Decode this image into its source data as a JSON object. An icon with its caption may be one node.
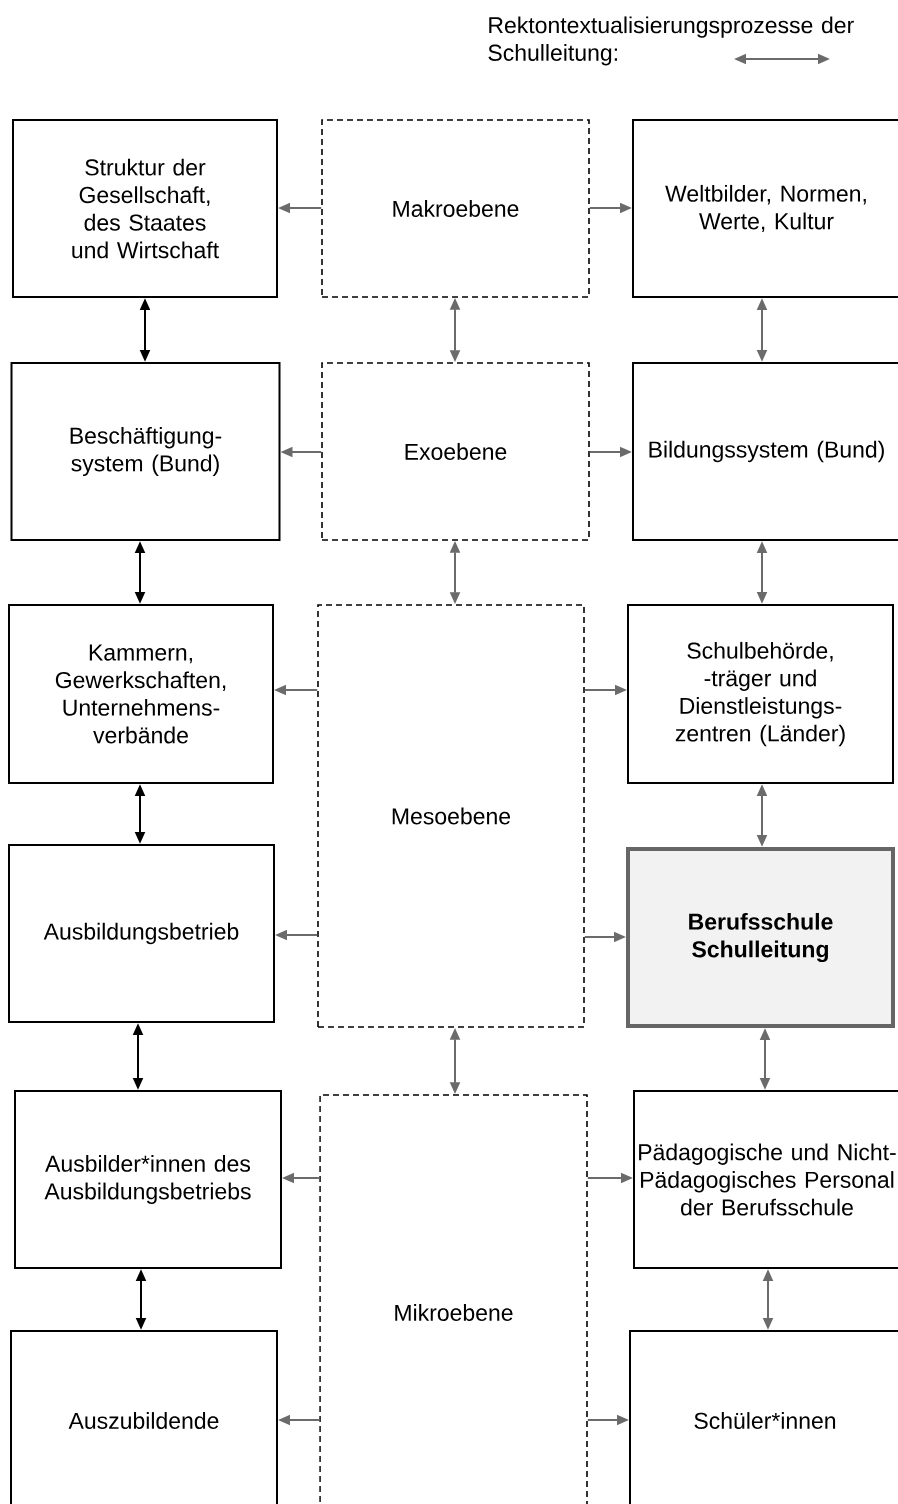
{
  "diagram": {
    "nodes": [
      {
        "text": [
          "Struktur der Gesellschaft, des Staates und Wirtschaft"
        ]
      },
      {
        "text": [
          "Makroebene"
        ]
      },
      {
        "text": [
          "Weltbilder, Normen, Werte, Kultur"
        ]
      },
      {
        "text": [
          "Beschäftigung-system (Bund)"
        ]
      },
      {
        "text": [
          "Exoebene"
        ]
      },
      {
        "text": [
          "Bildungssystem (Bund)"
        ]
      },
      {
        "text": [
          "Kammern, Gewerkschaften, Unternehmens- verbände"
        ]
      },
      {
        "text": [
          "Mesoebene"
        ]
      },
      {
        "text": [
          "Schulbehörde, -träger und Dienstleistungs- zentren (Länder)"
        ]
      },
      {
        "text": [
          "Ausbildungsbetrieb"
        ]
      },
      {
        "text": [
          "Berufsschule Schulleitung"
        ]
      },
      {
        "text": [
          "Ausbilder*innen des Ausbildungsbetriebs"
        ]
      },
      {
        "text": [
          "Mikroebene"
        ]
      },
      {
        "text": [
          "Pädagogische und Nicht-Pädagogisches Personal der Berufsschule"
        ]
      },
      {
        "text": [
          "Auszubildende"
        ]
      },
      {
        "text": [
          "Schüler*innen"
        ]
      }
    ],
    "edges": [
      {
        "from": 1,
        "to": 0,
        "arrow": "to"
      },
      {
        "from": 1,
        "to": 2,
        "arrow": "to"
      },
      {
        "from": 0,
        "to": 3,
        "arrow": "both",
        "color": "#000000"
      },
      {
        "from": 1,
        "to": 4,
        "arrow": "both"
      },
      {
        "from": 2,
        "to": 5,
        "arrow": "both"
      },
      {
        "from": 4,
        "to": 3,
        "arrow": "to"
      },
      {
        "from": 4,
        "to": 5,
        "arrow": "to"
      },
      {
        "from": 3,
        "to": 6,
        "arrow": "both",
        "color": "#000000"
      },
      {
        "from": 4,
        "to": 7,
        "arrow": "both"
      },
      {
        "from": 5,
        "to": 8,
        "arrow": "both"
      },
      {
        "from": 7,
        "to": 6,
        "arrow": "to"
      },
      {
        "from": 7,
        "to": 8,
        "arrow": "to"
      },
      {
        "from": 6,
        "to": 9,
        "arrow": "both",
        "color": "#000000"
      },
      {
        "from": 8,
        "to": 10,
        "arrow": "both"
      },
      {
        "from": 7,
        "to": 9,
        "arrow": "to"
      },
      {
        "from": 7,
        "to": 10,
        "arrow": "to"
      },
      {
        "from": 9,
        "to": 11,
        "arrow": "both",
        "color": "#000000"
      },
      {
        "from": 7,
        "to": 12,
        "arrow": "both"
      },
      {
        "from": 10,
        "to": 13,
        "arrow": "both"
      },
      {
        "from": 12,
        "to": 11,
        "arrow": "to"
      },
      {
        "from": 12,
        "to": 13,
        "arrow": "to"
      },
      {
        "from": 11,
        "to": 14,
        "arrow": "both",
        "color": "#000000"
      },
      {
        "from": 13,
        "to": 15,
        "arrow": "both"
      },
      {
        "from": 12,
        "to": 14,
        "arrow": "to"
      },
      {
        "from": 12,
        "to": 15,
        "arrow": "to"
      }
    ],
    "legend": [
      {
        "text": "Rektontextualisierungsprozesse der Schulleitung:"
      }
    ]
  }
}
